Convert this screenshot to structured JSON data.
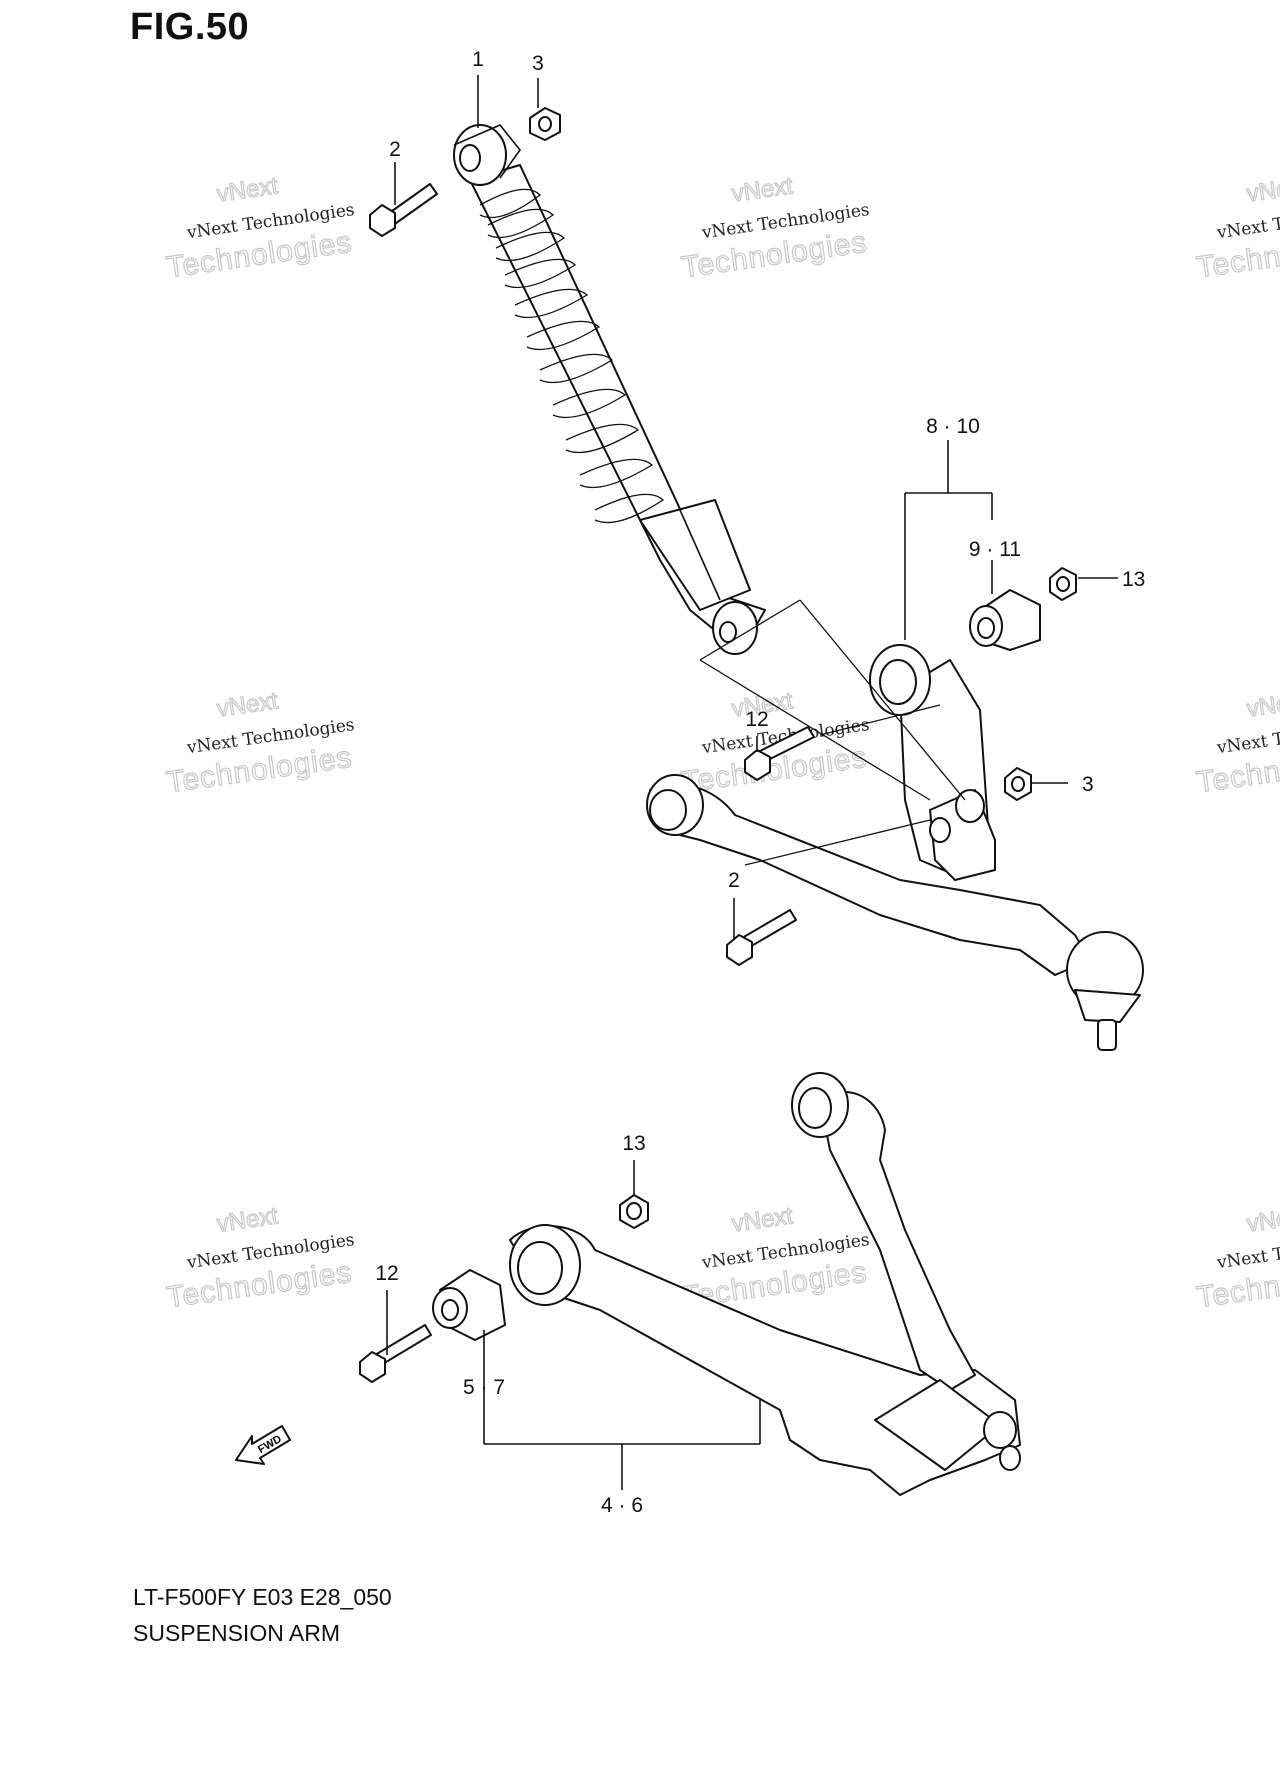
{
  "figure": {
    "title": "FIG.50",
    "model": "LT-F500FY E03 E28_050",
    "name": "SUSPENSION ARM"
  },
  "callouts": [
    {
      "id": "c1",
      "text": "1"
    },
    {
      "id": "c3a",
      "text": "3"
    },
    {
      "id": "c2a",
      "text": "2"
    },
    {
      "id": "c810",
      "text": "8 · 10"
    },
    {
      "id": "c911",
      "text": "9 · 11"
    },
    {
      "id": "c13a",
      "text": "13"
    },
    {
      "id": "c12a",
      "text": "12"
    },
    {
      "id": "c3b",
      "text": "3"
    },
    {
      "id": "c2b",
      "text": "2"
    },
    {
      "id": "c13b",
      "text": "13"
    },
    {
      "id": "c12b",
      "text": "12"
    },
    {
      "id": "c57",
      "text": "5 · 7"
    },
    {
      "id": "c46",
      "text": "4 · 6"
    }
  ],
  "fwd_label": "FWD",
  "watermark": {
    "line1": "vNext",
    "line2": "vNext Technologies",
    "line3": "Technologies"
  },
  "icons": [
    "fwd-arrow-icon"
  ]
}
